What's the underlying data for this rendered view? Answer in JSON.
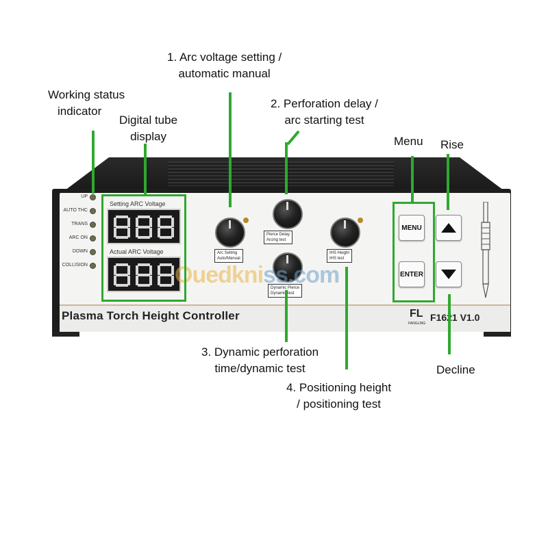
{
  "callouts": {
    "arc_voltage_l1": "1. Arc voltage setting /",
    "arc_voltage_l2": "automatic manual",
    "working_status_l1": "Working status",
    "working_status_l2": "indicator",
    "digital_tube_l1": "Digital tube",
    "digital_tube_l2": "display",
    "perforation_delay_l1": "2. Perforation delay /",
    "perforation_delay_l2": "arc starting test",
    "menu": "Menu",
    "rise": "Rise",
    "dynamic_l1": "3. Dynamic perforation",
    "dynamic_l2": "time/dynamic test",
    "positioning_l1": "4. Positioning height",
    "positioning_l2": "/ positioning test",
    "decline": "Decline"
  },
  "panel": {
    "status_indicators": [
      "UP",
      "AUTO THC",
      "TRANS",
      "ARC ON",
      "DOWN",
      "COLLISION"
    ],
    "setting_label": "Setting ARC Voltage",
    "actual_label": "Actual ARC Voltage",
    "knobs": {
      "arc_setting": "Arc Setting",
      "auto_manual": "Auto/Manual",
      "pierce_delay": "Pierce Delay",
      "arcing_test": "Arcing test",
      "dynamic_pierce": "Dynamic Pierce",
      "dynamic_test": "Dynamic test",
      "ihs_height": "IHS Height",
      "ihs_test": "IHS test"
    },
    "menu_button": "MENU",
    "enter_button": "ENTER",
    "title": "Plasma Torch Height Controller",
    "brand_logo": "FL",
    "brand_name": "FANGLING",
    "model": "F1621  V1.0"
  },
  "watermark": {
    "part1": "Ouedkni",
    "part2": "ss.com"
  },
  "colors": {
    "accent_green": "#2fa82f",
    "device_black": "#1d1d1d",
    "panel": "#f4f4f2"
  }
}
